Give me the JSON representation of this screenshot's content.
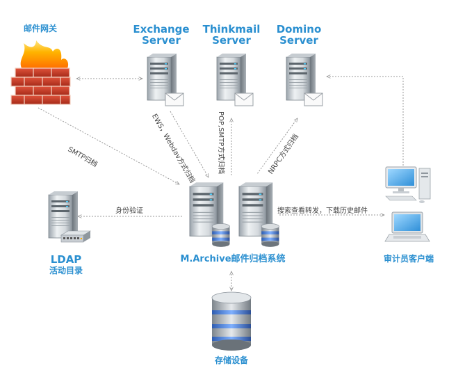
{
  "nodes": {
    "gateway": {
      "label": "邮件网关"
    },
    "exchange": {
      "line1": "Exchange",
      "line2": "Server"
    },
    "thinkmail": {
      "line1": "Thinkmail",
      "line2": "Server"
    },
    "domino": {
      "line1": "Domino",
      "line2": "Server"
    },
    "ldap": {
      "line1": "LDAP",
      "line2": "活动目录"
    },
    "archive": {
      "label": "M.Archive邮件归档系统"
    },
    "auditor": {
      "label": "审计员客户端"
    },
    "storage": {
      "label": "存储设备"
    }
  },
  "edges": {
    "smtp_archive": "SMTP归档",
    "ews_webdav": "EWS，Webdav方式归档",
    "pop_smtp": "POP,SMTP方式归档",
    "nrpc": "NRPC方式归档",
    "auth": "身份验证",
    "search": "搜索查看转发，下载历史邮件"
  },
  "colors": {
    "accent": "#2a8fd0",
    "connector": "#999999"
  }
}
